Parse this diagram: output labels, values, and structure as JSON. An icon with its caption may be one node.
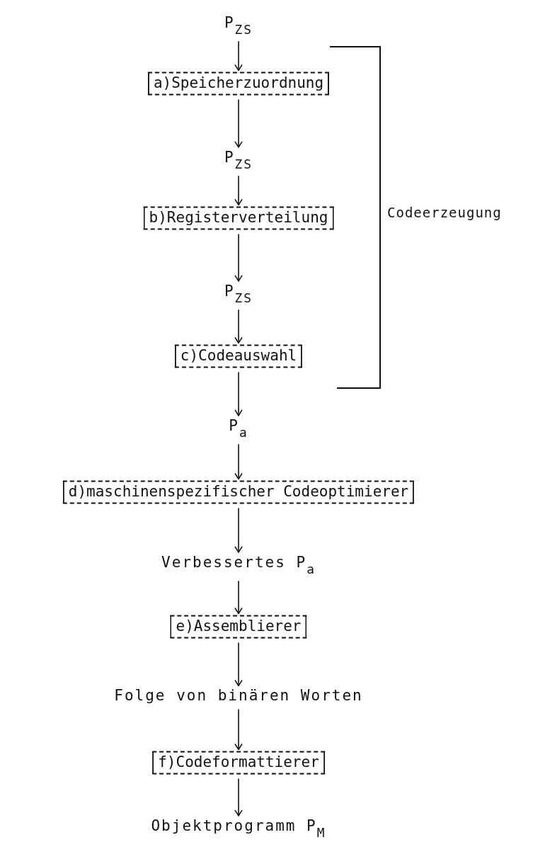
{
  "diagram": {
    "nodes": [
      {
        "text": [
          "P$_{ZS}$"
        ]
      },
      {
        "text": [
          "a)Speicherzuordnung"
        ]
      },
      {
        "text": [
          "P$_{ZS}$"
        ]
      },
      {
        "text": [
          "b)Registerverteilung"
        ]
      },
      {
        "text": [
          "P$_{ZS}$"
        ]
      },
      {
        "text": [
          "c)Codeauswahl"
        ]
      },
      {
        "text": [
          "P$_{a}$"
        ]
      },
      {
        "text": [
          "d)maschinenspezifischer Codeoptimierer"
        ]
      },
      {
        "text": [
          "Verbessertes P$_{a}$"
        ]
      },
      {
        "text": [
          "e)Assemblierer"
        ]
      },
      {
        "text": [
          "Folge von binären Worten"
        ]
      },
      {
        "text": [
          "f)Codeformattierer"
        ]
      },
      {
        "text": [
          "Objektprogramm P$_{M}$"
        ]
      }
    ],
    "edges": [
      {
        "from": 0,
        "to": 1,
        "arrow": "to"
      },
      {
        "from": 1,
        "to": 2,
        "arrow": "to"
      },
      {
        "from": 2,
        "to": 3,
        "arrow": "to"
      },
      {
        "from": 3,
        "to": 4,
        "arrow": "to"
      },
      {
        "from": 4,
        "to": 5,
        "arrow": "to"
      },
      {
        "from": 5,
        "to": 6,
        "arrow": "to"
      },
      {
        "from": 6,
        "to": 7,
        "arrow": "to"
      },
      {
        "from": 7,
        "to": 8,
        "arrow": "to"
      },
      {
        "from": 8,
        "to": 9,
        "arrow": "to"
      },
      {
        "from": 9,
        "to": 10,
        "arrow": "to"
      },
      {
        "from": 10,
        "to": 11,
        "arrow": "to"
      },
      {
        "from": 11,
        "to": 12,
        "arrow": "to"
      }
    ],
    "labels": [
      "Codeerzeugung"
    ]
  }
}
